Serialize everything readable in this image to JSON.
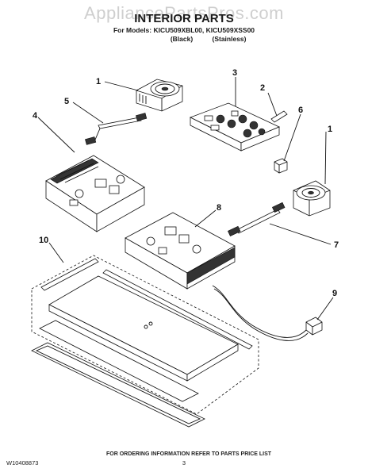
{
  "watermark": "AppliancePartsPros.com",
  "header": {
    "title": "INTERIOR PARTS",
    "models_line": "For Models: KICU509XBL00, KICU509XSS00",
    "variant_black": "(Black)",
    "variant_stainless": "(Stainless)"
  },
  "callouts": {
    "c1a": "1",
    "c1b": "1",
    "c2": "2",
    "c3": "3",
    "c4": "4",
    "c5": "5",
    "c6": "6",
    "c7": "7",
    "c8": "8",
    "c9": "9",
    "c10": "10"
  },
  "footer": {
    "doc_number": "W10408873",
    "page_number": "3",
    "note": "FOR ORDERING INFORMATION REFER TO PARTS PRICE LIST"
  }
}
